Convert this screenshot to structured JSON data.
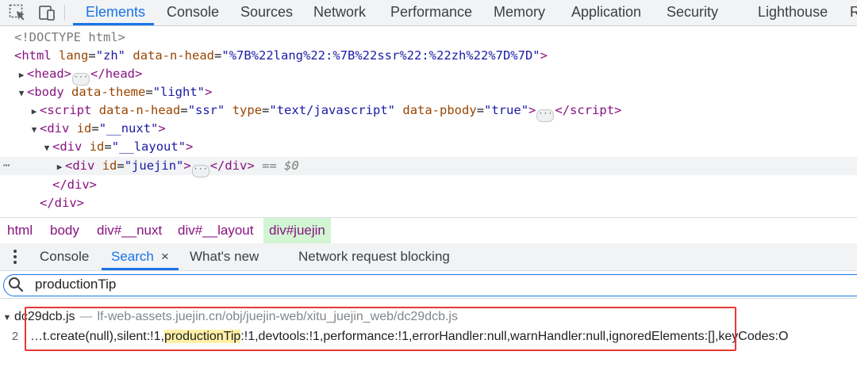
{
  "top_tabs": [
    "Elements",
    "Console",
    "Sources",
    "Network",
    "Performance",
    "Memory",
    "Application",
    "Security",
    "Lighthouse",
    "R"
  ],
  "dom_tree": {
    "doctype": "<!DOCTYPE html>",
    "html_open": {
      "tag": "html",
      "a1": "lang",
      "v1": "\"zh\"",
      "a2": "data-n-head",
      "v2": "\"%7B%22lang%22:%7B%22ssr%22:%22zh%22%7D%7D\""
    },
    "head": {
      "tag": "head"
    },
    "body": {
      "tag": "body",
      "a1": "data-theme",
      "v1": "\"light\""
    },
    "script": {
      "tag": "script",
      "a1": "data-n-head",
      "v1": "\"ssr\"",
      "a2": "type",
      "v2": "\"text/javascript\"",
      "a3": "data-pbody",
      "v3": "\"true\"",
      "close": "script"
    },
    "nuxt": {
      "tag": "div",
      "a1": "id",
      "v1": "\"__nuxt\""
    },
    "layout": {
      "tag": "div",
      "a1": "id",
      "v1": "\"__layout\""
    },
    "juejin": {
      "tag": "div",
      "a1": "id",
      "v1": "\"juejin\"",
      "close": "div",
      "eq": "==",
      "dollar": "$0"
    },
    "close_div_1": "</div>",
    "close_div_2": "</div>",
    "row_dots": "⋯"
  },
  "breadcrumbs": [
    "html",
    "body",
    "div#__nuxt",
    "div#__layout",
    "div#juejin"
  ],
  "drawer_tabs": {
    "console": "Console",
    "search": "Search",
    "close": "×",
    "whats_new": "What's new",
    "network_blocking": "Network request blocking"
  },
  "search": {
    "value": "productionTip"
  },
  "results": {
    "file_name": "dc29dcb.js",
    "dash": "—",
    "file_path": "lf-web-assets.juejin.cn/obj/juejin-web/xitu_juejin_web/dc29dcb.js",
    "line_number": "2",
    "before": "…t.create(null),silent:!1,",
    "highlight": "productionTip",
    "after": ":!1,devtools:!1,performance:!1,errorHandler:null,warnHandler:null,ignoredElements:[],keyCodes:O"
  },
  "colors": {
    "accent": "#1a73e8",
    "highlight": "#fff0a6",
    "annotation": "#e53935",
    "breadcrumb_active": "#d2f5d3"
  }
}
